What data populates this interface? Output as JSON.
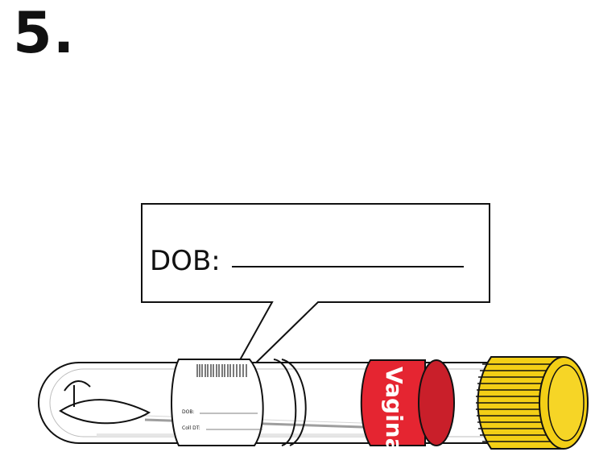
{
  "step": {
    "number": "5."
  },
  "callout": {
    "label": "DOB:"
  },
  "tube_label": {
    "line1": "DOB:",
    "line2": "Coll DT:"
  },
  "band": {
    "text": "Vaginal"
  },
  "colors": {
    "band_red": "#e52531",
    "cap_yellow": "#f3cf16",
    "outline": "#111111"
  }
}
